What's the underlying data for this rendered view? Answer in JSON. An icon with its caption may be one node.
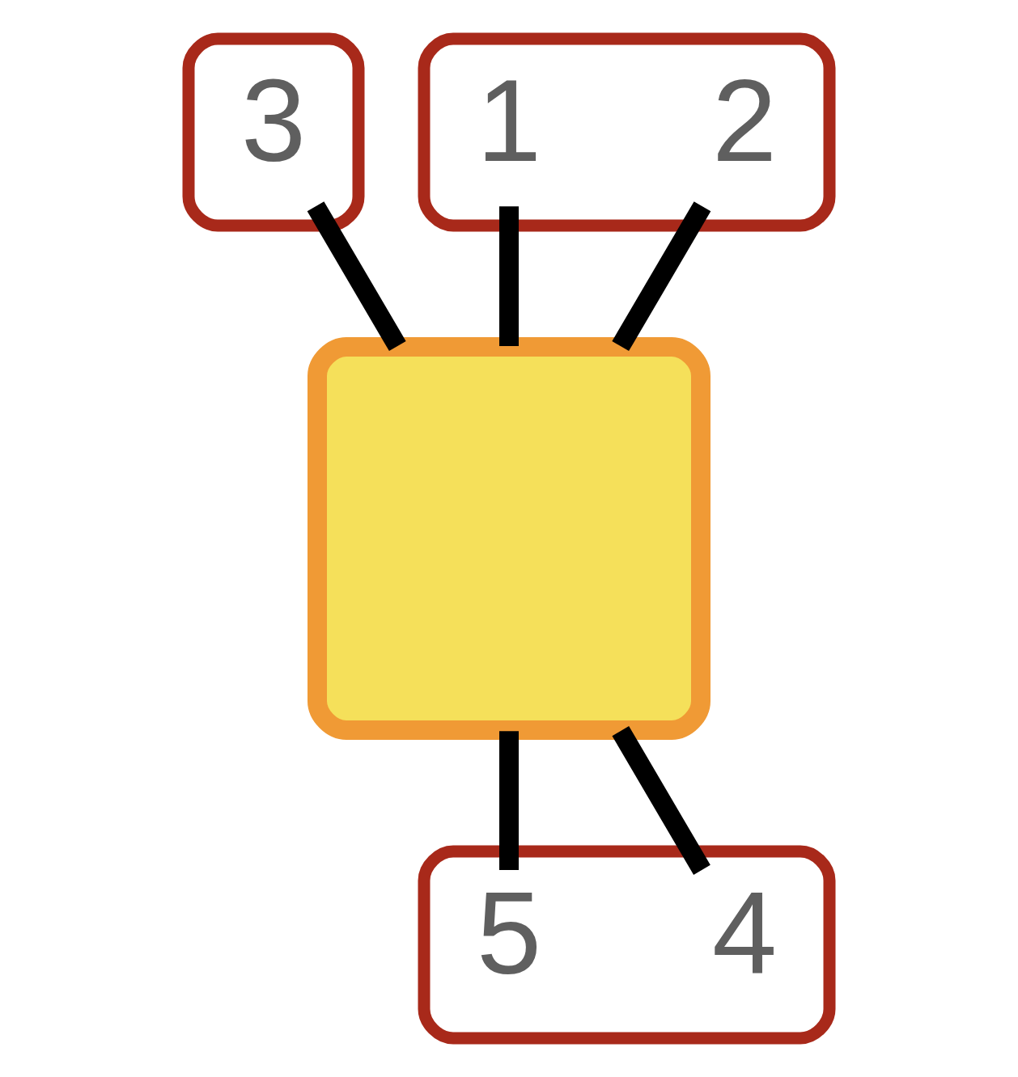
{
  "diagram": {
    "nodes": [
      {
        "text": [],
        "shape": "ellipse"
      },
      {
        "text": [
          "3"
        ],
        "in": 0
      },
      {
        "text": [],
        "shape": "ellipse"
      },
      {
        "text": [
          "2"
        ],
        "in": 2
      },
      {
        "text": [
          "1"
        ],
        "in": 2
      },
      {
        "text": [],
        "shape": "box"
      },
      {
        "text": [],
        "shape": "ellipse"
      },
      {
        "text": [
          "4"
        ],
        "in": 6
      },
      {
        "text": [
          "5"
        ],
        "in": 6
      }
    ],
    "edges": [
      {
        "from": 5,
        "to": 1,
        "arrow": "none"
      },
      {
        "from": 5,
        "to": 3,
        "arrow": "none"
      },
      {
        "from": 5,
        "to": 4,
        "arrow": "none"
      },
      {
        "from": 5,
        "to": 7,
        "arrow": "none"
      },
      {
        "from": 5,
        "to": 8,
        "arrow": "none"
      }
    ]
  }
}
